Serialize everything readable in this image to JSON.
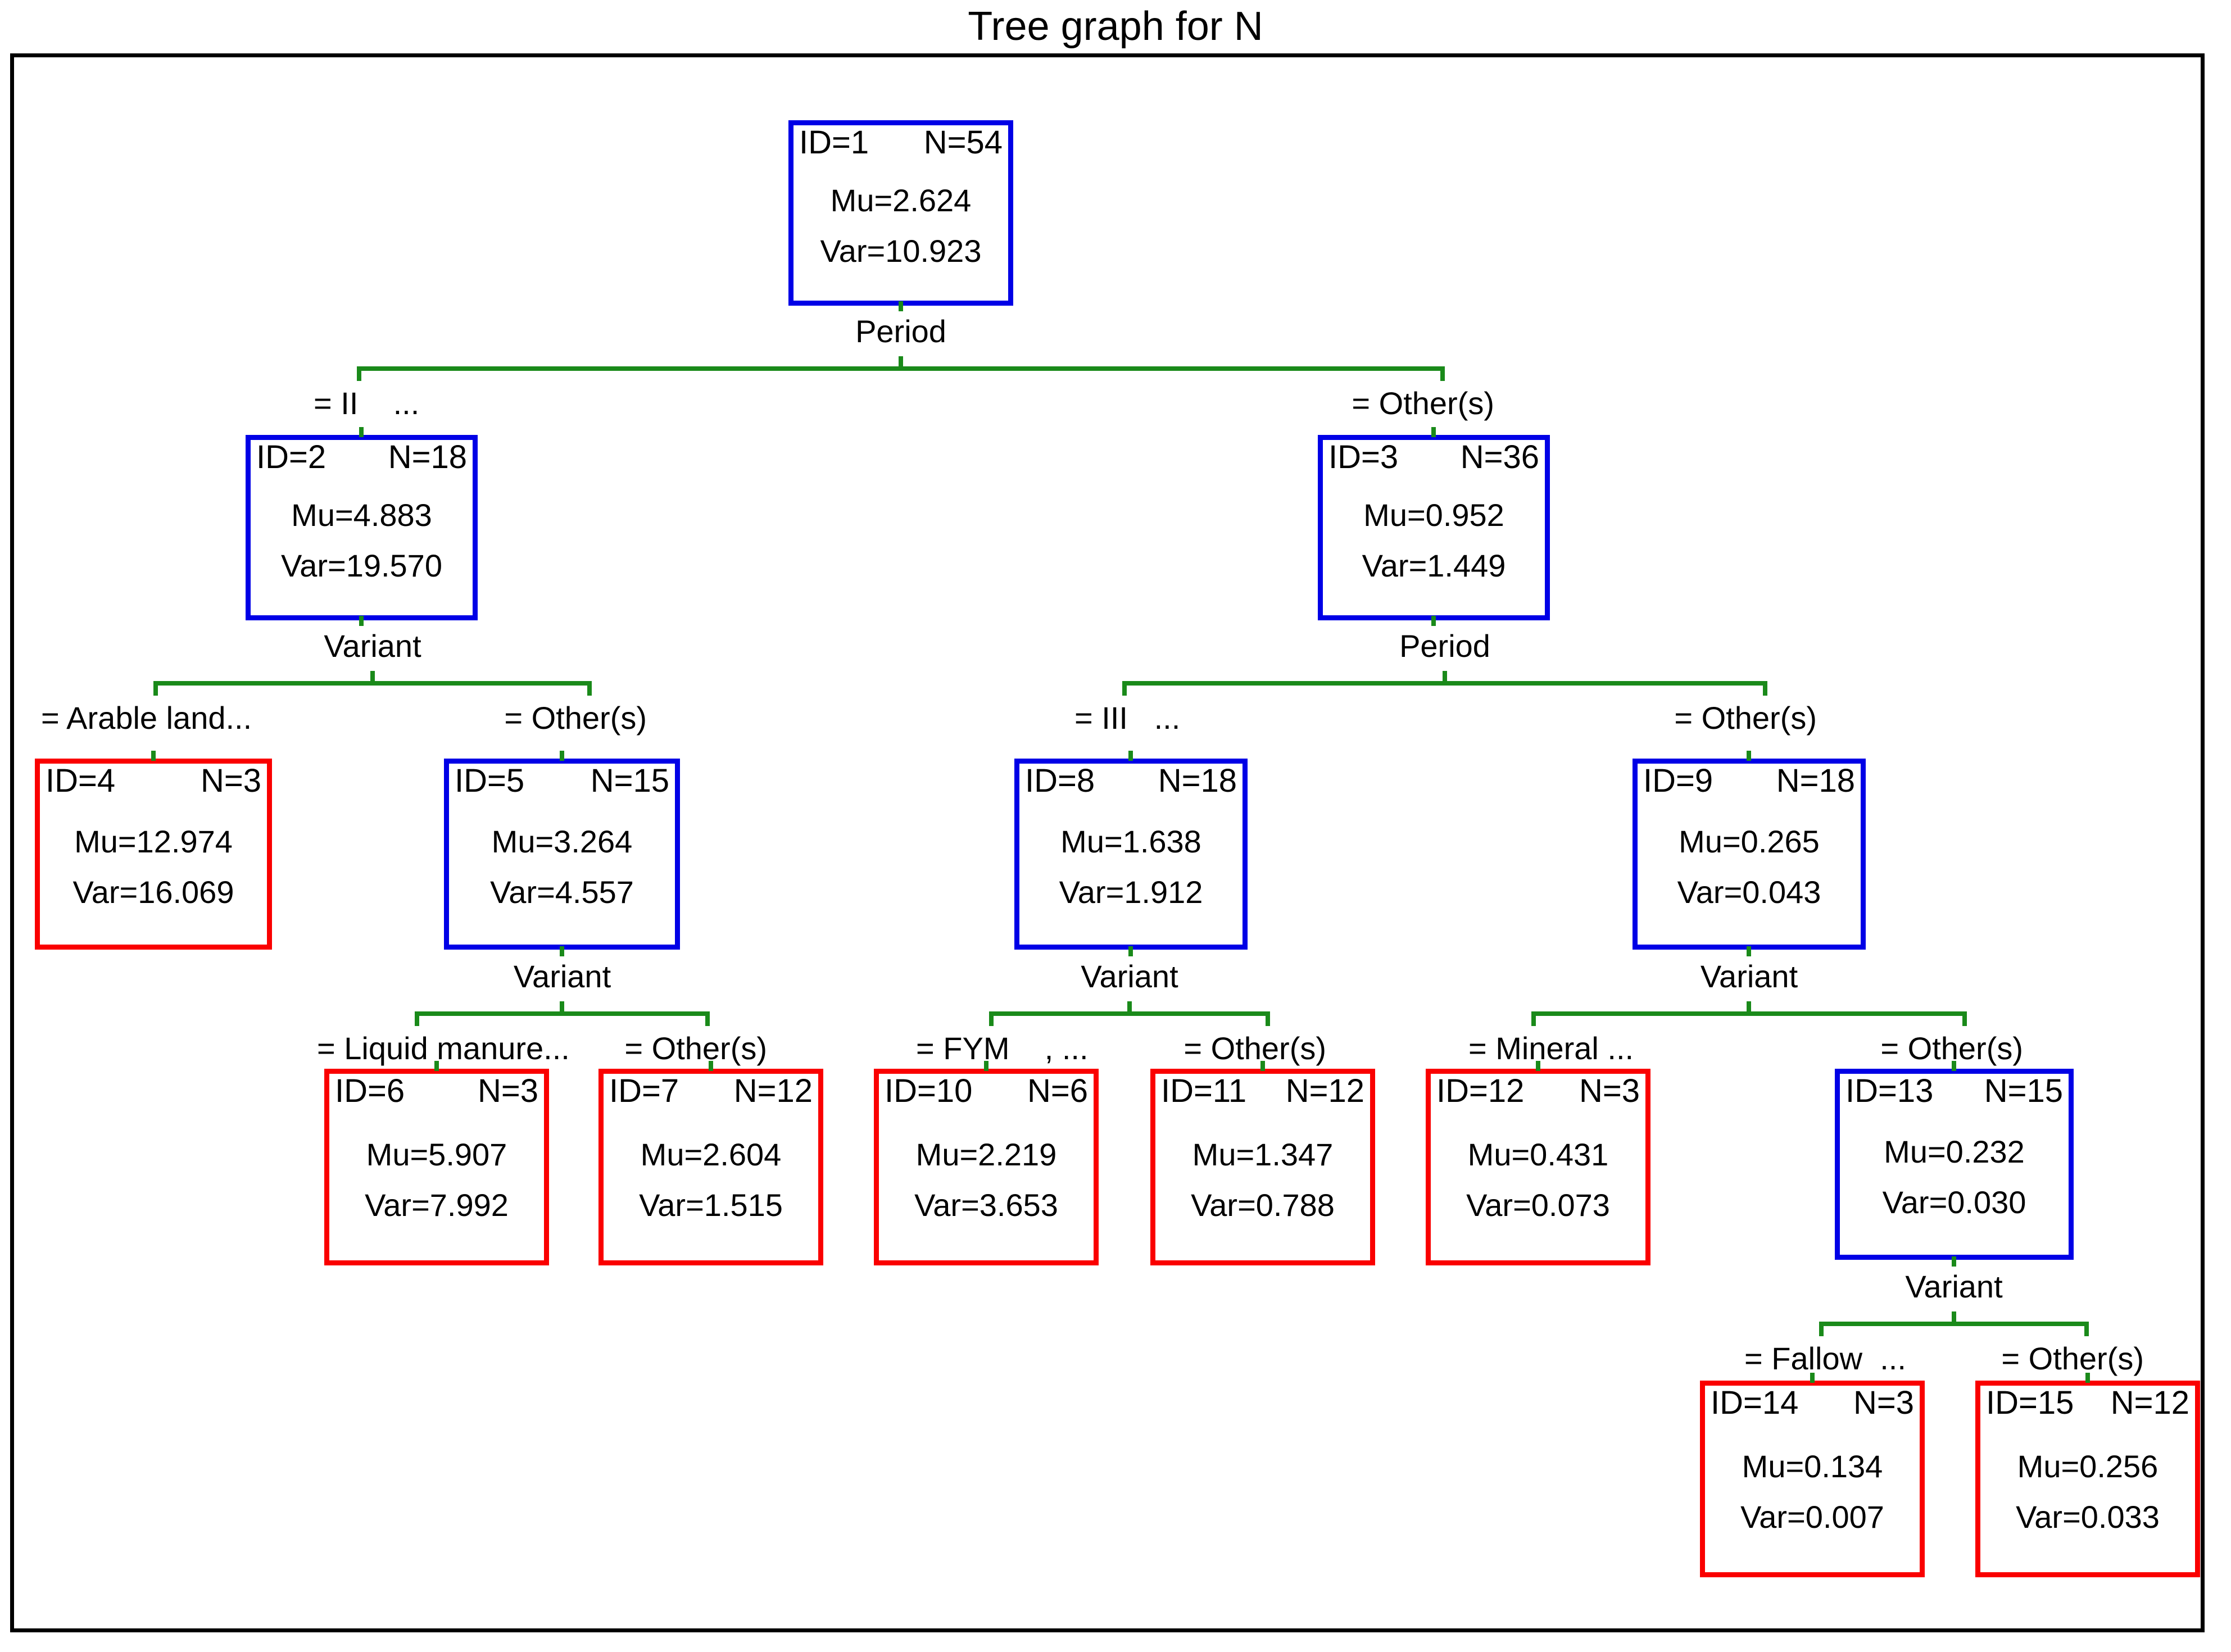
{
  "title": "Tree graph for N",
  "colors": {
    "internal_node_border": "#0000e6",
    "terminal_node_border": "#fa0000",
    "connector": "#1a8a1a",
    "frame": "#000000",
    "background": "#ffffff"
  },
  "chart_data": {
    "type": "tree",
    "title": "Tree graph for N",
    "target_variable": "N",
    "node_fields": [
      "ID",
      "N",
      "Mu",
      "Var"
    ],
    "nodes": [
      {
        "id": "ID=1",
        "n": "N=54",
        "mu": "Mu=2.624",
        "var": "Var=10.923",
        "type": "internal",
        "color": "#0000e6"
      },
      {
        "id": "ID=2",
        "n": "N=18",
        "mu": "Mu=4.883",
        "var": "Var=19.570",
        "type": "internal",
        "color": "#0000e6"
      },
      {
        "id": "ID=3",
        "n": "N=36",
        "mu": "Mu=0.952",
        "var": "Var=1.449",
        "type": "internal",
        "color": "#0000e6"
      },
      {
        "id": "ID=4",
        "n": "N=3",
        "mu": "Mu=12.974",
        "var": "Var=16.069",
        "type": "terminal",
        "color": "#fa0000"
      },
      {
        "id": "ID=5",
        "n": "N=15",
        "mu": "Mu=3.264",
        "var": "Var=4.557",
        "type": "internal",
        "color": "#0000e6"
      },
      {
        "id": "ID=6",
        "n": "N=3",
        "mu": "Mu=5.907",
        "var": "Var=7.992",
        "type": "terminal",
        "color": "#fa0000"
      },
      {
        "id": "ID=7",
        "n": "N=12",
        "mu": "Mu=2.604",
        "var": "Var=1.515",
        "type": "terminal",
        "color": "#fa0000"
      },
      {
        "id": "ID=8",
        "n": "N=18",
        "mu": "Mu=1.638",
        "var": "Var=1.912",
        "type": "internal",
        "color": "#0000e6"
      },
      {
        "id": "ID=9",
        "n": "N=18",
        "mu": "Mu=0.265",
        "var": "Var=0.043",
        "type": "internal",
        "color": "#0000e6"
      },
      {
        "id": "ID=10",
        "n": "N=6",
        "mu": "Mu=2.219",
        "var": "Var=3.653",
        "type": "terminal",
        "color": "#fa0000"
      },
      {
        "id": "ID=11",
        "n": "N=12",
        "mu": "Mu=1.347",
        "var": "Var=0.788",
        "type": "terminal",
        "color": "#fa0000"
      },
      {
        "id": "ID=12",
        "n": "N=3",
        "mu": "Mu=0.431",
        "var": "Var=0.073",
        "type": "terminal",
        "color": "#fa0000"
      },
      {
        "id": "ID=13",
        "n": "N=15",
        "mu": "Mu=0.232",
        "var": "Var=0.030",
        "type": "internal",
        "color": "#0000e6"
      },
      {
        "id": "ID=14",
        "n": "N=3",
        "mu": "Mu=0.134",
        "var": "Var=0.007",
        "type": "terminal",
        "color": "#fa0000"
      },
      {
        "id": "ID=15",
        "n": "N=12",
        "mu": "Mu=0.256",
        "var": "Var=0.033",
        "type": "terminal",
        "color": "#fa0000"
      }
    ],
    "splits": [
      {
        "parent": "ID=1",
        "variable": "Period",
        "left_label": "= II    ...",
        "right_label": "= Other(s)",
        "left_child": "ID=2",
        "right_child": "ID=3"
      },
      {
        "parent": "ID=2",
        "variable": "Variant",
        "left_label": "= Arable land...",
        "right_label": "= Other(s)",
        "left_child": "ID=4",
        "right_child": "ID=5"
      },
      {
        "parent": "ID=3",
        "variable": "Period",
        "left_label": "= III   ...",
        "right_label": "= Other(s)",
        "left_child": "ID=8",
        "right_child": "ID=9"
      },
      {
        "parent": "ID=5",
        "variable": "Variant",
        "left_label": "= Liquid manure...",
        "right_label": "= Other(s)",
        "left_child": "ID=6",
        "right_child": "ID=7"
      },
      {
        "parent": "ID=8",
        "variable": "Variant",
        "left_label": "= FYM    , ...",
        "right_label": "= Other(s)",
        "left_child": "ID=10",
        "right_child": "ID=11"
      },
      {
        "parent": "ID=9",
        "variable": "Variant",
        "left_label": "= Mineral ...",
        "right_label": "= Other(s)",
        "left_child": "ID=12",
        "right_child": "ID=13"
      },
      {
        "parent": "ID=13",
        "variable": "Variant",
        "left_label": "= Fallow  ...",
        "right_label": "= Other(s)",
        "left_child": "ID=14",
        "right_child": "ID=15"
      }
    ]
  }
}
